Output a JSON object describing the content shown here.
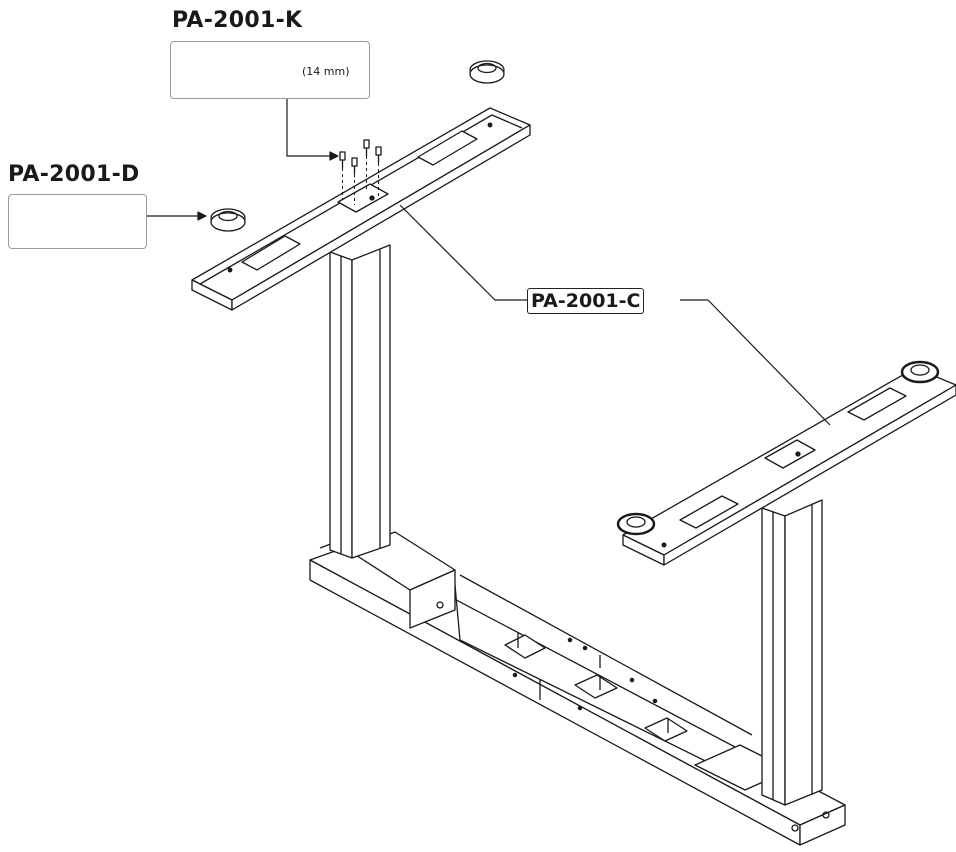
{
  "parts": {
    "screw": {
      "code": "PA-2001-K",
      "length": "(14 mm)",
      "icon": "screw-icon"
    },
    "foot": {
      "code": "PA-2001-D",
      "icon": "leveling-foot-icon"
    },
    "bracket": {
      "code": "PA-2001-C"
    }
  },
  "colors": {
    "line": "#1a1a1a",
    "fill": "#ffffff",
    "callout_border": "#9a9a9a"
  }
}
